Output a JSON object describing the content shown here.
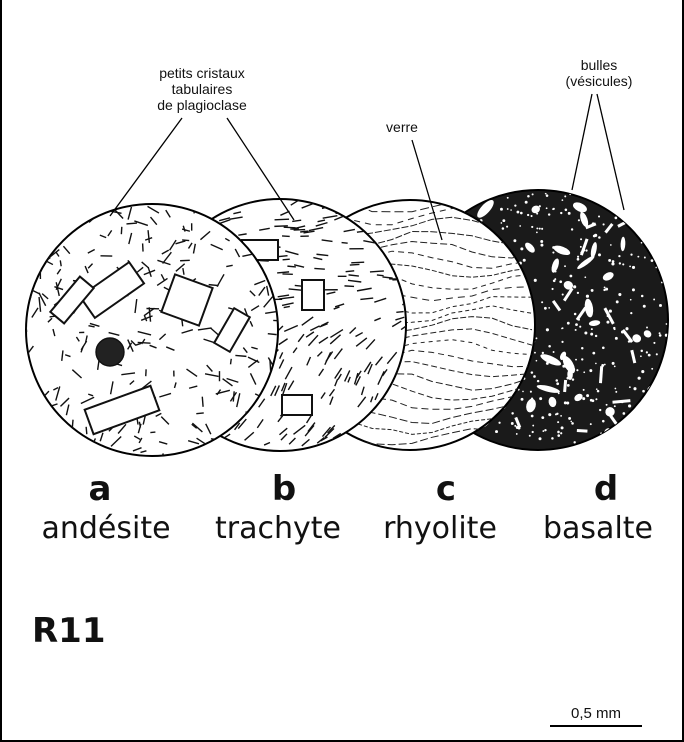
{
  "annotations": {
    "plagioclase": [
      "petits cristaux",
      "tabulaires",
      "de plagioclase"
    ],
    "verre": "verre",
    "bulles": [
      "bulles",
      "(vésicules)"
    ]
  },
  "samples": [
    {
      "letter": "a",
      "name": "andésite"
    },
    {
      "letter": "b",
      "name": "trachyte"
    },
    {
      "letter": "c",
      "name": "rhyolite"
    },
    {
      "letter": "d",
      "name": "basalte"
    }
  ],
  "code": "R11",
  "scale_bar": "0,5 mm",
  "colors": {
    "ink": "#111111",
    "paper": "#ffffff",
    "basalt_fill": "#1a1a1a"
  }
}
